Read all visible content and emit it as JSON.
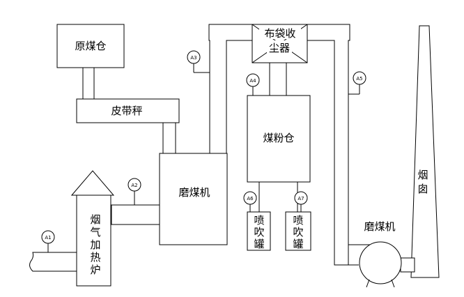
{
  "labels": {
    "raw_coal_bin": "原煤仓",
    "belt_scale": "皮带秤",
    "coal_mill": "磨煤机",
    "bag_filter_line1": "布袋收",
    "bag_filter_line2": "尘器",
    "pulverized_coal_bin": "煤粉仓",
    "injection_tank": "喷吹罐",
    "flue_gas_heater": "烟气加热炉",
    "chimney": "烟囱",
    "fan_label": "磨煤机"
  },
  "gauges": [
    "A1",
    "A2",
    "A3",
    "A4",
    "A5",
    "A6",
    "A7"
  ]
}
